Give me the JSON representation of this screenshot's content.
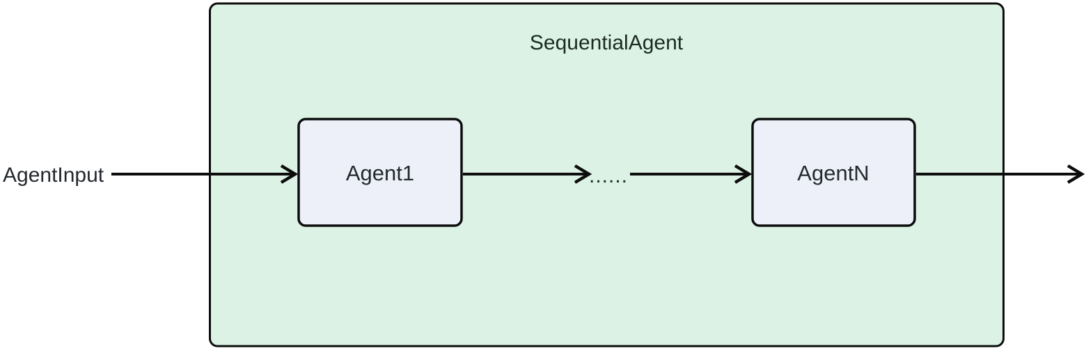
{
  "diagram": {
    "container_label": "SequentialAgent",
    "input_label": "AgentInput",
    "nodes": [
      {
        "label": "Agent1"
      },
      {
        "label": "AgentN"
      }
    ],
    "ellipsis_label": "......"
  },
  "colors": {
    "cluster-fill": "#dcf2e4",
    "node-fill": "#edf0f8",
    "line": "#0d0d0d",
    "title-text": "#1c2b22",
    "label-text": "#24292e",
    "background": "#ffffff"
  }
}
